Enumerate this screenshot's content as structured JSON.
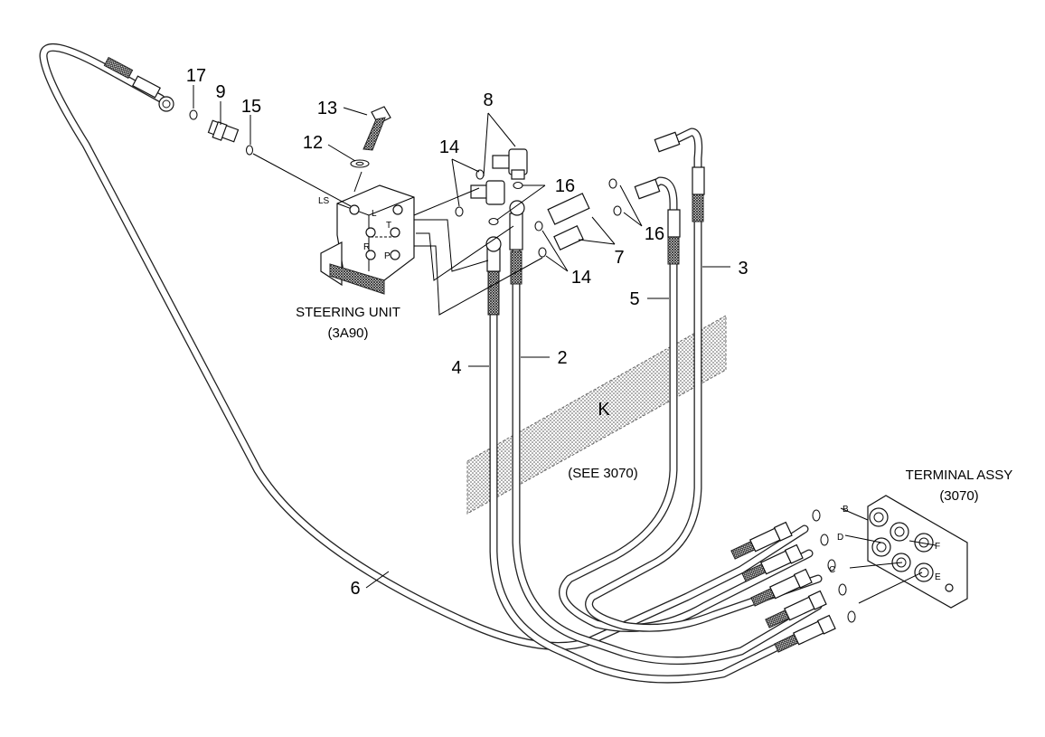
{
  "callouts": {
    "n2": "2",
    "n3": "3",
    "n4": "4",
    "n5": "5",
    "n6": "6",
    "n7": "7",
    "n8": "8",
    "n9": "9",
    "n12": "12",
    "n13": "13",
    "n14a": "14",
    "n14b": "14",
    "n15": "15",
    "n16a": "16",
    "n16b": "16",
    "n17": "17"
  },
  "steering_unit": {
    "label": "STEERING UNIT",
    "ref": "(3A90)",
    "ports": {
      "ls": "LS",
      "l": "L",
      "t": "T",
      "r": "R",
      "p": "P"
    }
  },
  "terminal": {
    "label": "TERMINAL ASSY",
    "ref": "(3070)",
    "ports": {
      "b": "B",
      "d": "D",
      "f": "F",
      "c": "C",
      "e": "E"
    }
  },
  "section": {
    "label": "K",
    "note": "(SEE 3070)"
  }
}
